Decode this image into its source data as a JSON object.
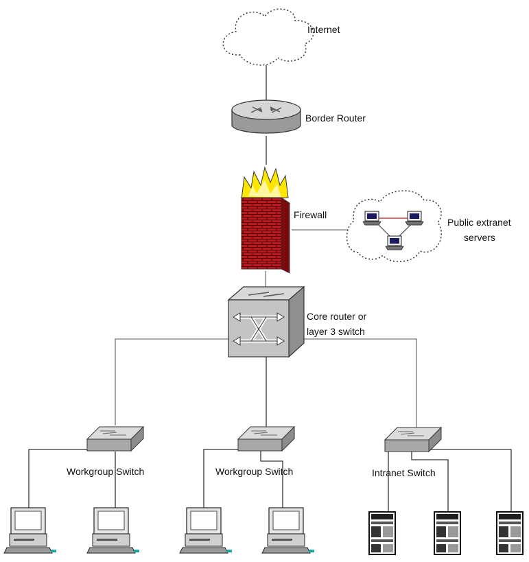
{
  "labels": {
    "internet": "Internet",
    "border_router": "Border Router",
    "firewall": "Firewall",
    "extranet_line1": "Public extranet",
    "extranet_line2": "servers",
    "core_line1": "Core router or",
    "core_line2": "layer 3 switch",
    "workgroup_switch_1": "Workgroup Switch",
    "workgroup_switch_2": "Workgroup Switch",
    "intranet_switch": "Intranet Switch"
  },
  "icons": {
    "cloud": "cloud-icon",
    "router": "router-icon",
    "firewall": "firewall-icon",
    "core_switch": "layer3-switch-icon",
    "switch": "switch-icon",
    "workstation": "workstation-icon",
    "server": "server-icon",
    "laptop": "laptop-icon"
  },
  "colors": {
    "firewall_brick": "#c0161c",
    "firewall_flame": "#ffe600",
    "extranet_link": "#c0161c",
    "device_gray": "#b4b4b4"
  }
}
